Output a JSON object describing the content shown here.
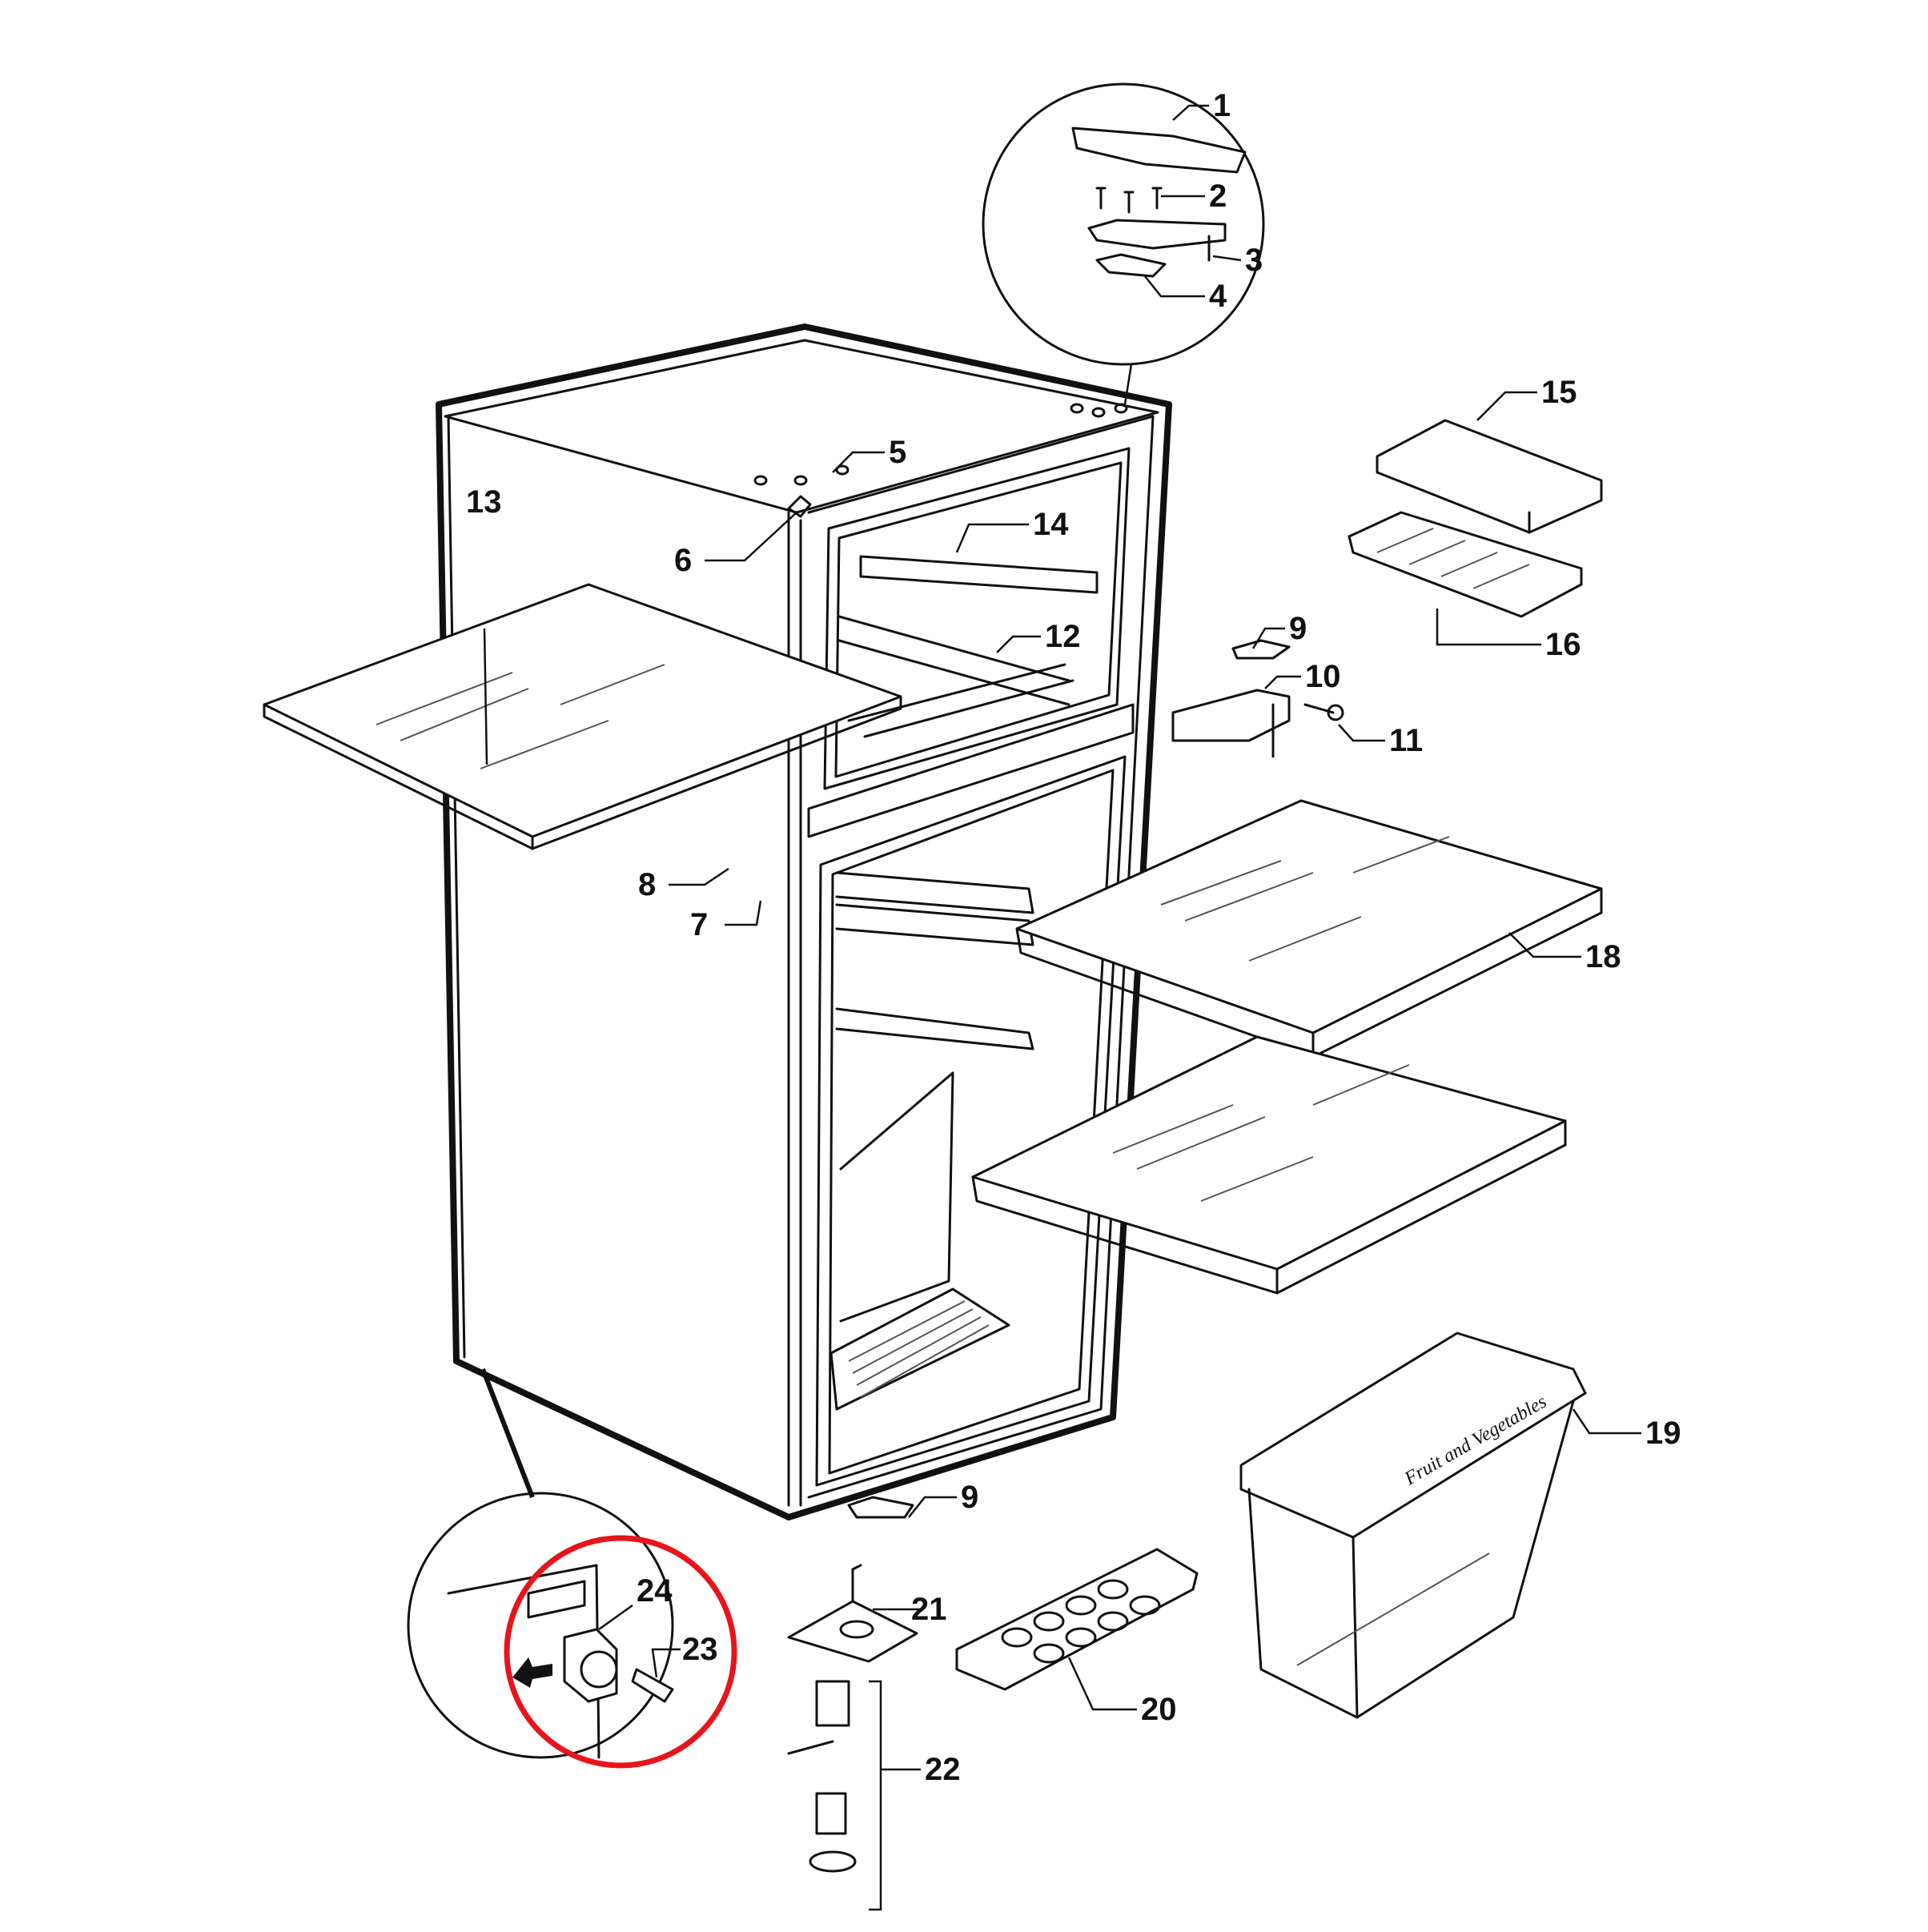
{
  "diagram": {
    "callouts": [
      {
        "id": "1",
        "label": "1"
      },
      {
        "id": "2",
        "label": "2"
      },
      {
        "id": "3",
        "label": "3"
      },
      {
        "id": "4",
        "label": "4"
      },
      {
        "id": "5",
        "label": "5"
      },
      {
        "id": "6",
        "label": "6"
      },
      {
        "id": "7",
        "label": "7"
      },
      {
        "id": "8",
        "label": "8"
      },
      {
        "id": "9a",
        "label": "9"
      },
      {
        "id": "9b",
        "label": "9"
      },
      {
        "id": "10",
        "label": "10"
      },
      {
        "id": "11",
        "label": "11"
      },
      {
        "id": "12",
        "label": "12"
      },
      {
        "id": "13",
        "label": "13"
      },
      {
        "id": "14",
        "label": "14"
      },
      {
        "id": "15",
        "label": "15"
      },
      {
        "id": "16",
        "label": "16"
      },
      {
        "id": "18",
        "label": "18"
      },
      {
        "id": "19",
        "label": "19"
      },
      {
        "id": "20",
        "label": "20"
      },
      {
        "id": "21",
        "label": "21"
      },
      {
        "id": "22",
        "label": "22"
      },
      {
        "id": "23",
        "label": "23"
      },
      {
        "id": "24",
        "label": "24"
      }
    ],
    "crisper_text": "Fruit and Vegetables",
    "highlight_color": "#e8141b",
    "line_color": "#111111"
  }
}
